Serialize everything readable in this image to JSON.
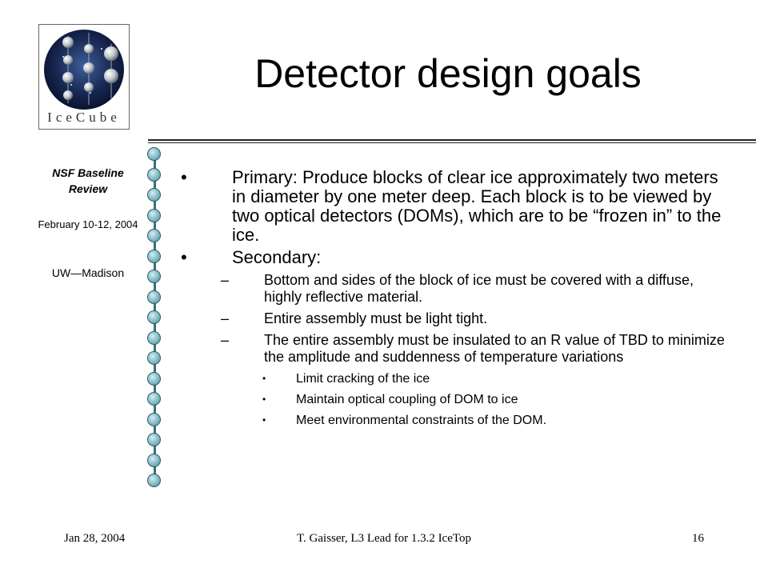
{
  "title": "Detector design goals",
  "logo": {
    "text": "IceCube",
    "icon": "icecube-logo-icon"
  },
  "sidebar": {
    "line1": "NSF Baseline Review",
    "line2": "February 10-12, 2004",
    "line3": "UW—Madison"
  },
  "bullets": [
    {
      "marker": "•",
      "text": "Primary:  Produce blocks of clear ice approximately two meters in diameter by one meter deep. Each block is to be viewed by two optical detectors (DOMs), which are to be “frozen in” to the ice."
    },
    {
      "marker": "•",
      "text": "Secondary:"
    }
  ],
  "sub_bullets": [
    {
      "marker": "–",
      "text": "Bottom and sides of the block of ice must be covered with a diffuse, highly reflective material."
    },
    {
      "marker": "–",
      "text": "Entire assembly must be light tight."
    },
    {
      "marker": "–",
      "text": "The entire assembly must be insulated to an R value of TBD to minimize the amplitude and suddenness of temperature variations"
    }
  ],
  "sub_sub_bullets": [
    {
      "marker": "•",
      "text": "Limit cracking of the ice"
    },
    {
      "marker": "•",
      "text": "Maintain optical coupling of DOM to ice"
    },
    {
      "marker": "•",
      "text": "Meet environmental constraints of the DOM."
    }
  ],
  "footer": {
    "date": "Jan 28, 2004",
    "author": "T. Gaisser, L3 Lead for 1.3.2 IceTop",
    "page": "16"
  }
}
